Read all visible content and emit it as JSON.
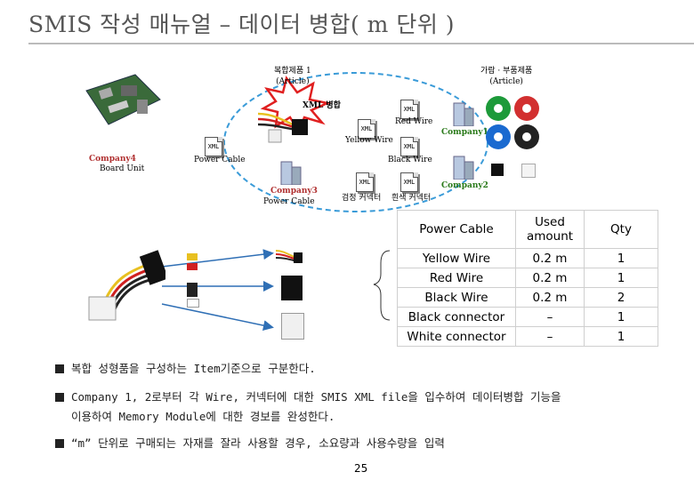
{
  "slide": {
    "title": "SMIS 작성 매뉴얼 – 데이터 병합( m 단위 )",
    "page_number": "25"
  },
  "diagram": {
    "composite_label": "복합제품 1",
    "composite_label_sub": "(Article)",
    "wire_label": "가람 · 부품제품",
    "wire_label_sub": "(Article)",
    "merge_label": "XML 병합",
    "xml_icon_text": "XML",
    "red_wire": "Red Wire",
    "yellow_wire": "Yellow Wire",
    "black_wire": "Black Wire",
    "power_cable": "Power Cable",
    "company1": "Company1",
    "company2": "Company2",
    "company3": "Company3",
    "company4": "Company4",
    "board_unit": "Board Unit",
    "power_cable_caption": "Power Cable",
    "connector_caption_1": "검정 커넥터",
    "connector_caption_2": "흰색 커넥터"
  },
  "table": {
    "header": [
      "Power Cable",
      "Used amount",
      "Qty"
    ],
    "rows": [
      [
        "Yellow Wire",
        "0.2 m",
        "1"
      ],
      [
        "Red Wire",
        "0.2 m",
        "1"
      ],
      [
        "Black Wire",
        "0.2 m",
        "2"
      ],
      [
        "Black connector",
        "–",
        "1"
      ],
      [
        "White connector",
        "–",
        "1"
      ]
    ]
  },
  "bullets": [
    "복합 성형품을 구성하는 Item기준으로 구분한다.",
    "Company 1, 2로부터 각 Wire, 커넥터에 대한 SMIS XML file을 입수하여 데이터병합 기능을",
    "이용하여 Memory Module에 대한 경보를 완성한다.",
    "“m” 단위로 구매되는 자재를 잘라 사용할 경우, 소요량과 사용수량을 입력"
  ],
  "colors": {
    "title_gray": "#555555",
    "company_red": "#b03030",
    "company_green": "#2a7a1a",
    "dashed_ellipse": "#3a9bd8",
    "arrow_blue": "#2f6fb5",
    "burst_red": "#e02020"
  }
}
